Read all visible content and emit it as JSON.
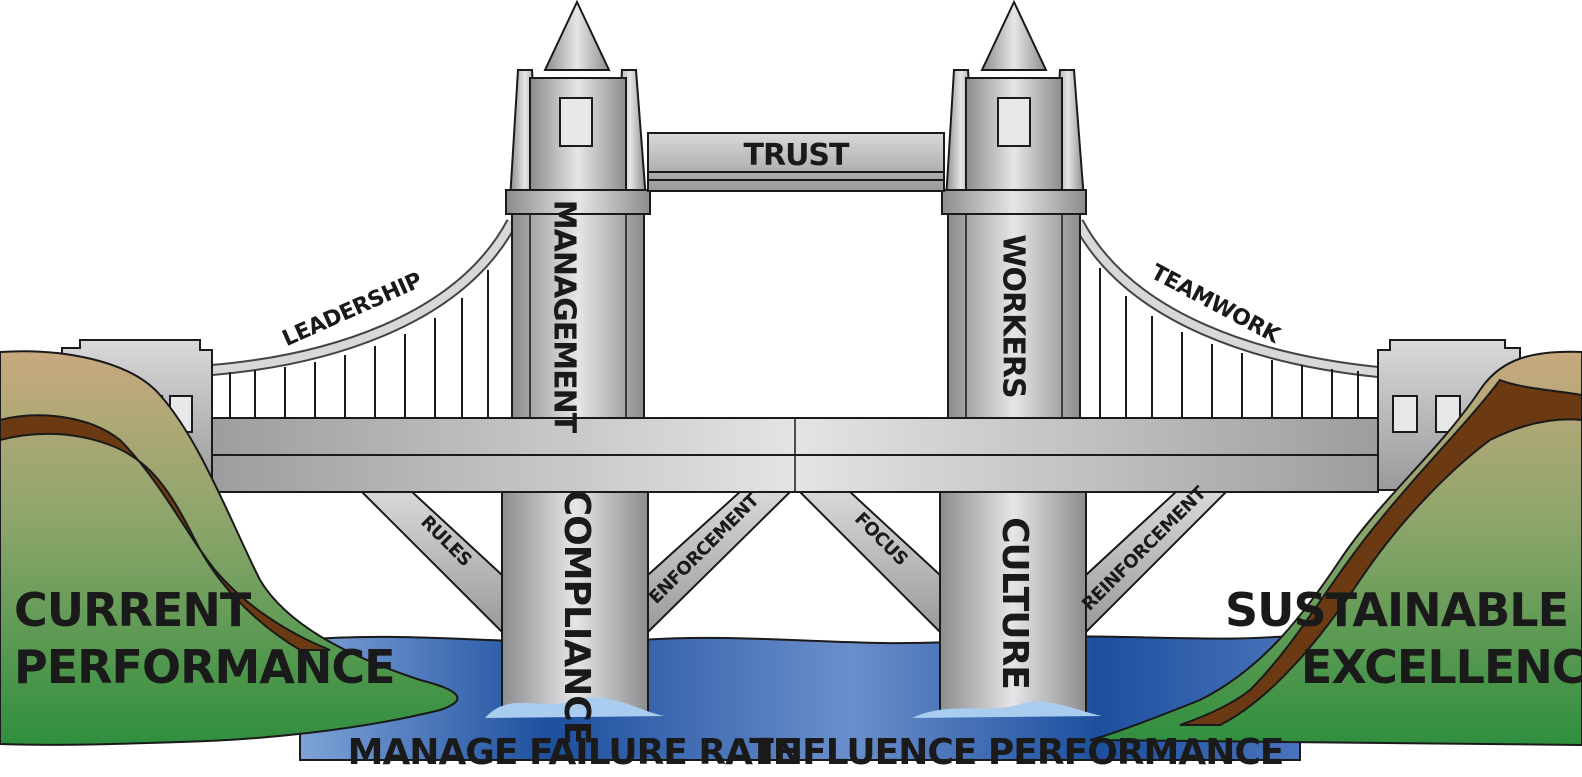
{
  "diagram": {
    "beam": "TRUST",
    "towers": {
      "left_upper": "MANAGEMENT",
      "right_upper": "WORKERS",
      "left_pier": "COMPLIANCE",
      "right_pier": "CULTURE"
    },
    "cables": {
      "left": "LEADERSHIP",
      "right": "TEAMWORK"
    },
    "braces": {
      "left_outer": "RULES",
      "left_inner": "ENFORCEMENT",
      "right_inner": "FOCUS",
      "right_outer": "REINFORCEMENT"
    },
    "banks": {
      "left_line1": "CURRENT",
      "left_line2": "PERFORMANCE",
      "right_line1": "SUSTAINABLE",
      "right_line2": "EXCELLENCE"
    },
    "base_labels": {
      "left": "MANAGE FAILURE RATE",
      "right": "INFLUENCE PERFORMANCE"
    },
    "colors": {
      "steel": "#b9b9bb",
      "water": "#2e5fa8",
      "grass": "#3f9a4a",
      "earth": "#6b3a12",
      "sand": "#c9a27a"
    }
  }
}
